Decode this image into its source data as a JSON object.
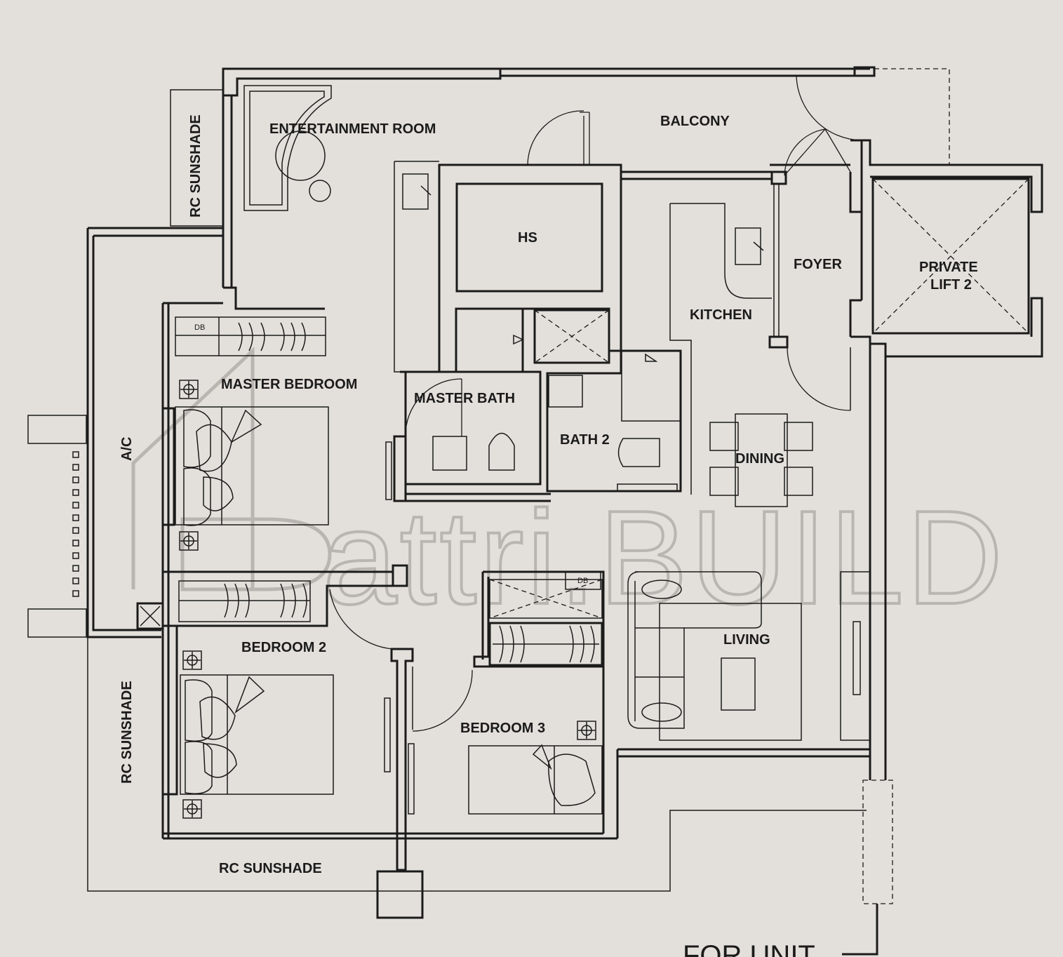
{
  "labels": {
    "entertainment_room": "ENTERTAINMENT ROOM",
    "balcony": "BALCONY",
    "rc_sunshade_top": "RC SUNSHADE",
    "hs": "HS",
    "foyer": "FOYER",
    "private_lift_line1": "PRIVATE",
    "private_lift_line2": "LIFT 2",
    "kitchen": "KITCHEN",
    "master_bedroom": "MASTER BEDROOM",
    "master_bath": "MASTER BATH",
    "bath_2": "BATH 2",
    "dining": "DINING",
    "ac": "A/C",
    "db_master": "DB",
    "db_bedroom3": "DB",
    "living": "LIVING",
    "bedroom_2": "BEDROOM 2",
    "bedroom_3": "BEDROOM 3",
    "rc_sunshade_left": "RC SUNSHADE",
    "rc_sunshade_bottom": "RC SUNSHADE",
    "for_unit": "FOR UNIT"
  },
  "watermark": "attri.BUILD"
}
